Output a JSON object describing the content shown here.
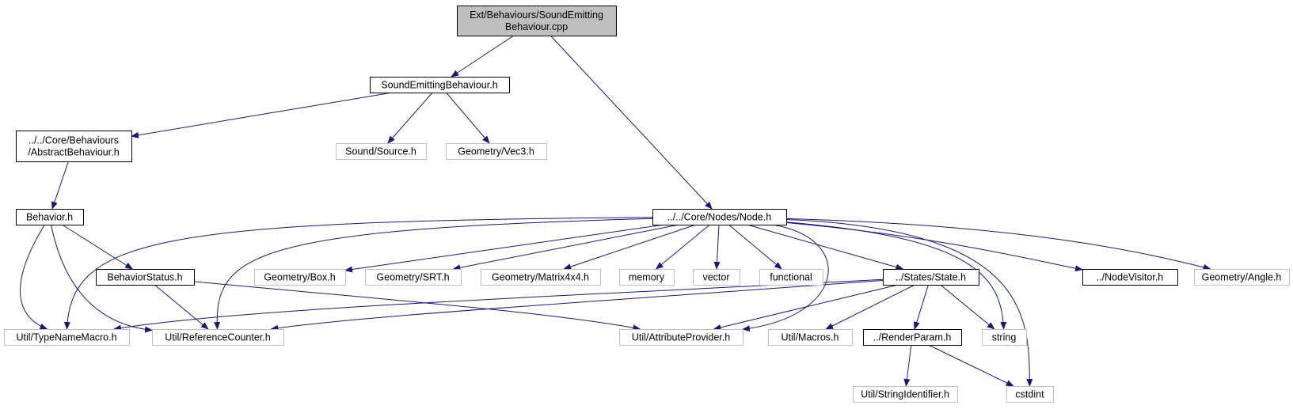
{
  "graph": {
    "nodes": [
      {
        "id": "root",
        "lines": [
          "Ext/Behaviours/SoundEmitting",
          "Behaviour.cpp"
        ],
        "style": "root"
      },
      {
        "id": "seb",
        "lines": [
          "SoundEmittingBehaviour.h"
        ],
        "style": "doc"
      },
      {
        "id": "absbeh",
        "lines": [
          "../../Core/Behaviours",
          "/AbstractBehaviour.h"
        ],
        "style": "doc"
      },
      {
        "id": "srcsound",
        "lines": [
          "Sound/Source.h"
        ],
        "style": "ext"
      },
      {
        "id": "vec3",
        "lines": [
          "Geometry/Vec3.h"
        ],
        "style": "ext"
      },
      {
        "id": "behavior",
        "lines": [
          "Behavior.h"
        ],
        "style": "doc"
      },
      {
        "id": "node",
        "lines": [
          "../../Core/Nodes/Node.h"
        ],
        "style": "doc"
      },
      {
        "id": "behstatus",
        "lines": [
          "BehaviorStatus.h"
        ],
        "style": "doc"
      },
      {
        "id": "box",
        "lines": [
          "Geometry/Box.h"
        ],
        "style": "ext"
      },
      {
        "id": "srt",
        "lines": [
          "Geometry/SRT.h"
        ],
        "style": "ext"
      },
      {
        "id": "matrix",
        "lines": [
          "Geometry/Matrix4x4.h"
        ],
        "style": "ext"
      },
      {
        "id": "memory",
        "lines": [
          "memory"
        ],
        "style": "ext"
      },
      {
        "id": "vector",
        "lines": [
          "vector"
        ],
        "style": "ext"
      },
      {
        "id": "functional",
        "lines": [
          "functional"
        ],
        "style": "ext"
      },
      {
        "id": "state",
        "lines": [
          "../States/State.h"
        ],
        "style": "doc"
      },
      {
        "id": "nodevisitor",
        "lines": [
          "../NodeVisitor.h"
        ],
        "style": "doc"
      },
      {
        "id": "angle",
        "lines": [
          "Geometry/Angle.h"
        ],
        "style": "ext"
      },
      {
        "id": "typename",
        "lines": [
          "Util/TypeNameMacro.h"
        ],
        "style": "ext"
      },
      {
        "id": "refcount",
        "lines": [
          "Util/ReferenceCounter.h"
        ],
        "style": "ext"
      },
      {
        "id": "attrprov",
        "lines": [
          "Util/AttributeProvider.h"
        ],
        "style": "ext"
      },
      {
        "id": "macros",
        "lines": [
          "Util/Macros.h"
        ],
        "style": "ext"
      },
      {
        "id": "renderparam",
        "lines": [
          "../RenderParam.h"
        ],
        "style": "doc"
      },
      {
        "id": "string",
        "lines": [
          "string"
        ],
        "style": "ext"
      },
      {
        "id": "strident",
        "lines": [
          "Util/StringIdentifier.h"
        ],
        "style": "ext"
      },
      {
        "id": "cstdint",
        "lines": [
          "cstdint"
        ],
        "style": "ext"
      }
    ],
    "edges": [
      [
        "root",
        "seb"
      ],
      [
        "root",
        "node"
      ],
      [
        "seb",
        "absbeh"
      ],
      [
        "seb",
        "srcsound"
      ],
      [
        "seb",
        "vec3"
      ],
      [
        "absbeh",
        "behavior"
      ],
      [
        "behavior",
        "behstatus"
      ],
      [
        "behavior",
        "typename"
      ],
      [
        "behavior",
        "refcount"
      ],
      [
        "behstatus",
        "refcount"
      ],
      [
        "behstatus",
        "attrprov"
      ],
      [
        "node",
        "typename"
      ],
      [
        "node",
        "refcount"
      ],
      [
        "node",
        "box"
      ],
      [
        "node",
        "srt"
      ],
      [
        "node",
        "matrix"
      ],
      [
        "node",
        "memory"
      ],
      [
        "node",
        "vector"
      ],
      [
        "node",
        "functional"
      ],
      [
        "node",
        "state"
      ],
      [
        "node",
        "attrprov"
      ],
      [
        "node",
        "string"
      ],
      [
        "node",
        "cstdint"
      ],
      [
        "node",
        "nodevisitor"
      ],
      [
        "node",
        "angle"
      ],
      [
        "state",
        "typename"
      ],
      [
        "state",
        "refcount"
      ],
      [
        "state",
        "attrprov"
      ],
      [
        "state",
        "macros"
      ],
      [
        "state",
        "renderparam"
      ],
      [
        "state",
        "string"
      ],
      [
        "renderparam",
        "strident"
      ],
      [
        "renderparam",
        "cstdint"
      ]
    ],
    "colors": {
      "edge": "#191970",
      "root_fill": "#bfbfbf",
      "doc_border": "#000000",
      "ext_border": "#bfbfbf",
      "text": "#000000"
    }
  }
}
